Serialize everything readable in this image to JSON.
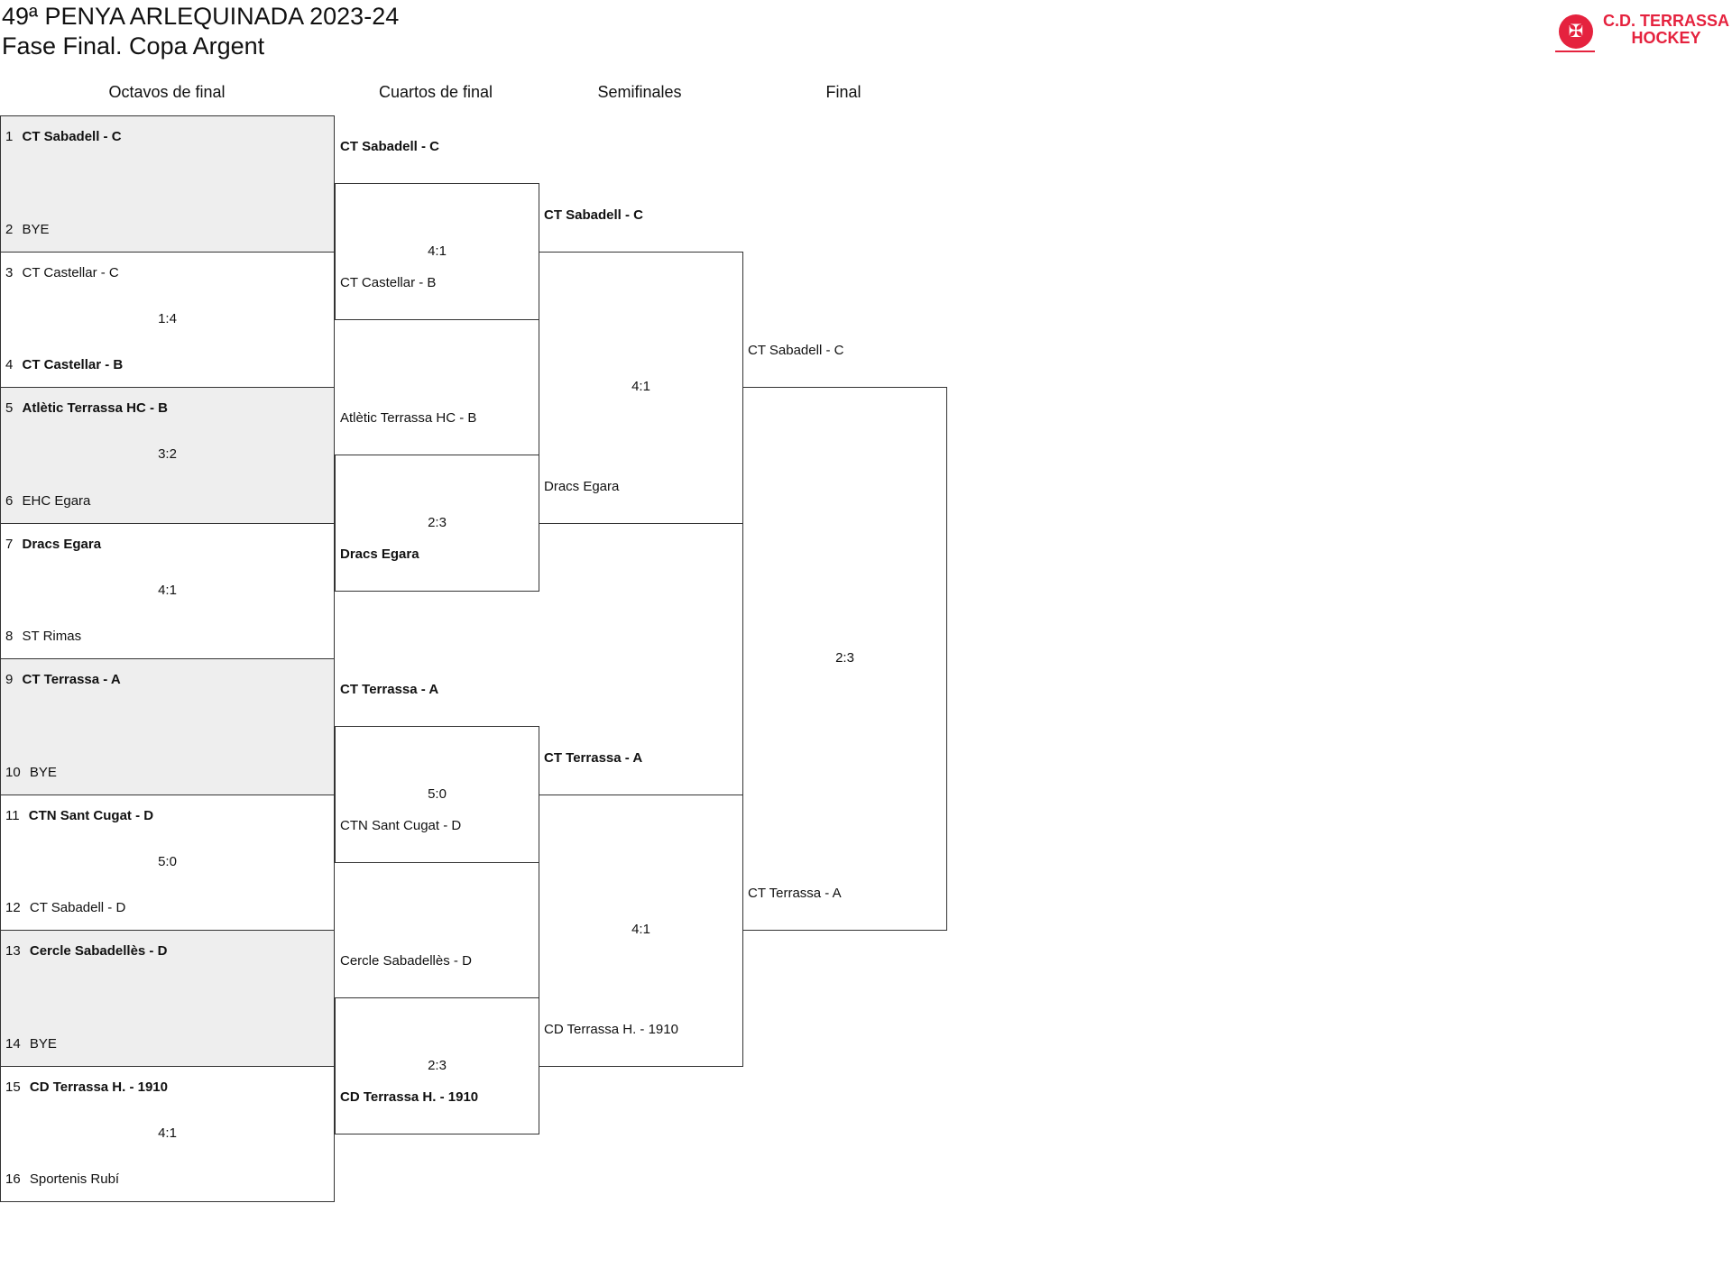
{
  "header": {
    "title": "49ª PENYA ARLEQUINADA 2023-24",
    "subtitle": "Fase Final. Copa Argent"
  },
  "logo": {
    "text_line1": "C.D. TERRASSA",
    "text_line2": "HOCKEY",
    "color": "#e5223e"
  },
  "rounds": {
    "r16": "Octavos de final",
    "qf": "Cuartos de final",
    "sf": "Semifinales",
    "final": "Final"
  },
  "r16": [
    {
      "seed1": "1",
      "team1": "CT Sabadell - C",
      "seed2": "2",
      "team2": "BYE",
      "score": "",
      "winner": 1
    },
    {
      "seed1": "3",
      "team1": "CT Castellar - C",
      "seed2": "4",
      "team2": "CT Castellar - B",
      "score": "1:4",
      "winner": 2
    },
    {
      "seed1": "5",
      "team1": "Atlètic Terrassa HC - B",
      "seed2": "6",
      "team2": "EHC Egara",
      "score": "3:2",
      "winner": 1
    },
    {
      "seed1": "7",
      "team1": "Dracs Egara",
      "seed2": "8",
      "team2": "ST Rimas",
      "score": "4:1",
      "winner": 1
    },
    {
      "seed1": "9",
      "team1": "CT Terrassa - A",
      "seed2": "10",
      "team2": "BYE",
      "score": "",
      "winner": 1
    },
    {
      "seed1": "11",
      "team1": "CTN Sant Cugat - D",
      "seed2": "12",
      "team2": "CT Sabadell - D",
      "score": "5:0",
      "winner": 1
    },
    {
      "seed1": "13",
      "team1": "Cercle Sabadellès - D",
      "seed2": "14",
      "team2": "BYE",
      "score": "",
      "winner": 1
    },
    {
      "seed1": "15",
      "team1": "CD Terrassa H. - 1910",
      "seed2": "16",
      "team2": "Sportenis Rubí",
      "score": "4:1",
      "winner": 1
    }
  ],
  "qf": [
    {
      "team1": "CT Sabadell - C",
      "team2": "CT Castellar - B",
      "score": "4:1",
      "winner": 1
    },
    {
      "team1": "Atlètic Terrassa HC - B",
      "team2": "Dracs Egara",
      "score": "2:3",
      "winner": 2
    },
    {
      "team1": "CT Terrassa - A",
      "team2": "CTN Sant Cugat - D",
      "score": "5:0",
      "winner": 1
    },
    {
      "team1": "Cercle Sabadellès - D",
      "team2": "CD Terrassa H. - 1910",
      "score": "2:3",
      "winner": 2
    }
  ],
  "sf": [
    {
      "team1": "CT Sabadell - C",
      "team2": "Dracs Egara",
      "score": "4:1",
      "winner": 1
    },
    {
      "team1": "CT Terrassa - A",
      "team2": "CD Terrassa H. - 1910",
      "score": "4:1",
      "winner": 1
    }
  ],
  "final": [
    {
      "team1": "CT Sabadell - C",
      "team2": "CT Terrassa - A",
      "score": "2:3",
      "winner": 0
    }
  ]
}
